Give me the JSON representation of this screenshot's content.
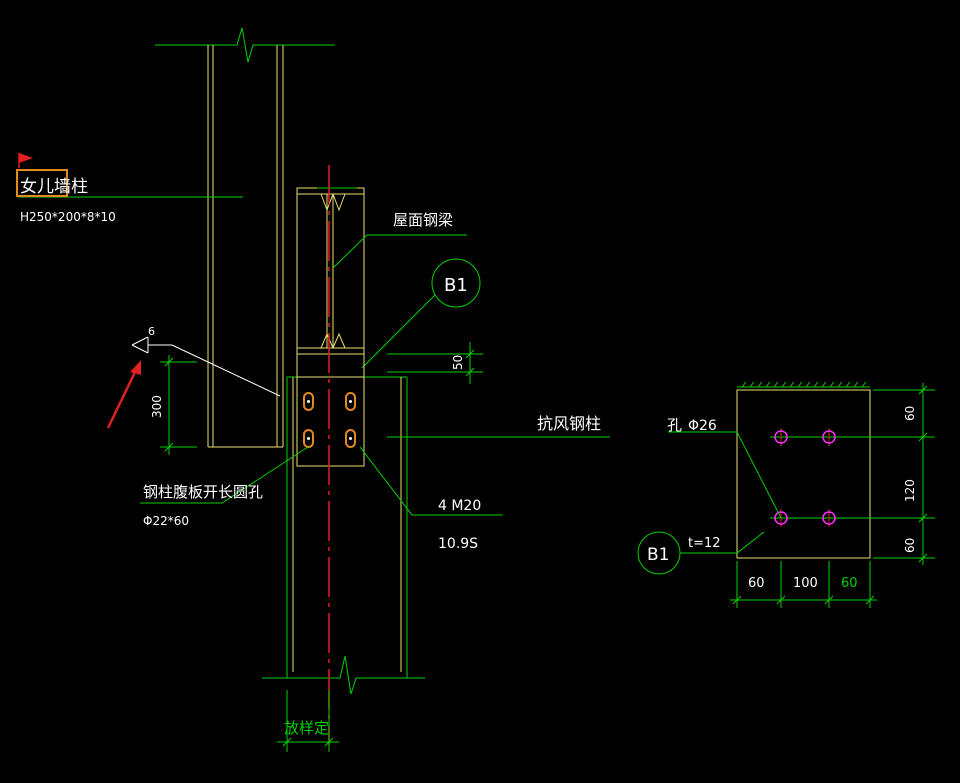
{
  "colors": {
    "background": "#000000",
    "yellow": "#e8e070",
    "green": "#00d000",
    "white": "#ffffff",
    "red": "#e02020",
    "magenta": "#ff30ff",
    "orange": "#e08a20"
  },
  "labels": {
    "parapet_column": "女儿墙柱",
    "parapet_section": "H250*200*8*10",
    "roof_beam": "屋面钢梁",
    "plate_tag": "B1",
    "plate_tag_detail": "B1",
    "wind_column": "抗风钢柱",
    "web_slot": "钢柱腹板开长圆孔",
    "slot_size": "Φ22*60",
    "bolt_spec": "4 M20",
    "bolt_grade": "10.9S",
    "stakeout": "放样定",
    "weld_size": "6",
    "dim_300": "300",
    "dim_50": "50",
    "hole_label": "孔",
    "hole_dia": "Φ26",
    "thickness": "t=12",
    "dim_60_top": "60",
    "dim_120": "120",
    "dim_60_bottom": "60",
    "dim_60_left": "60",
    "dim_100": "100",
    "dim_60_right": "60"
  },
  "icons": {
    "flag": "red-flag-icon",
    "arrow": "red-arrow-icon"
  }
}
